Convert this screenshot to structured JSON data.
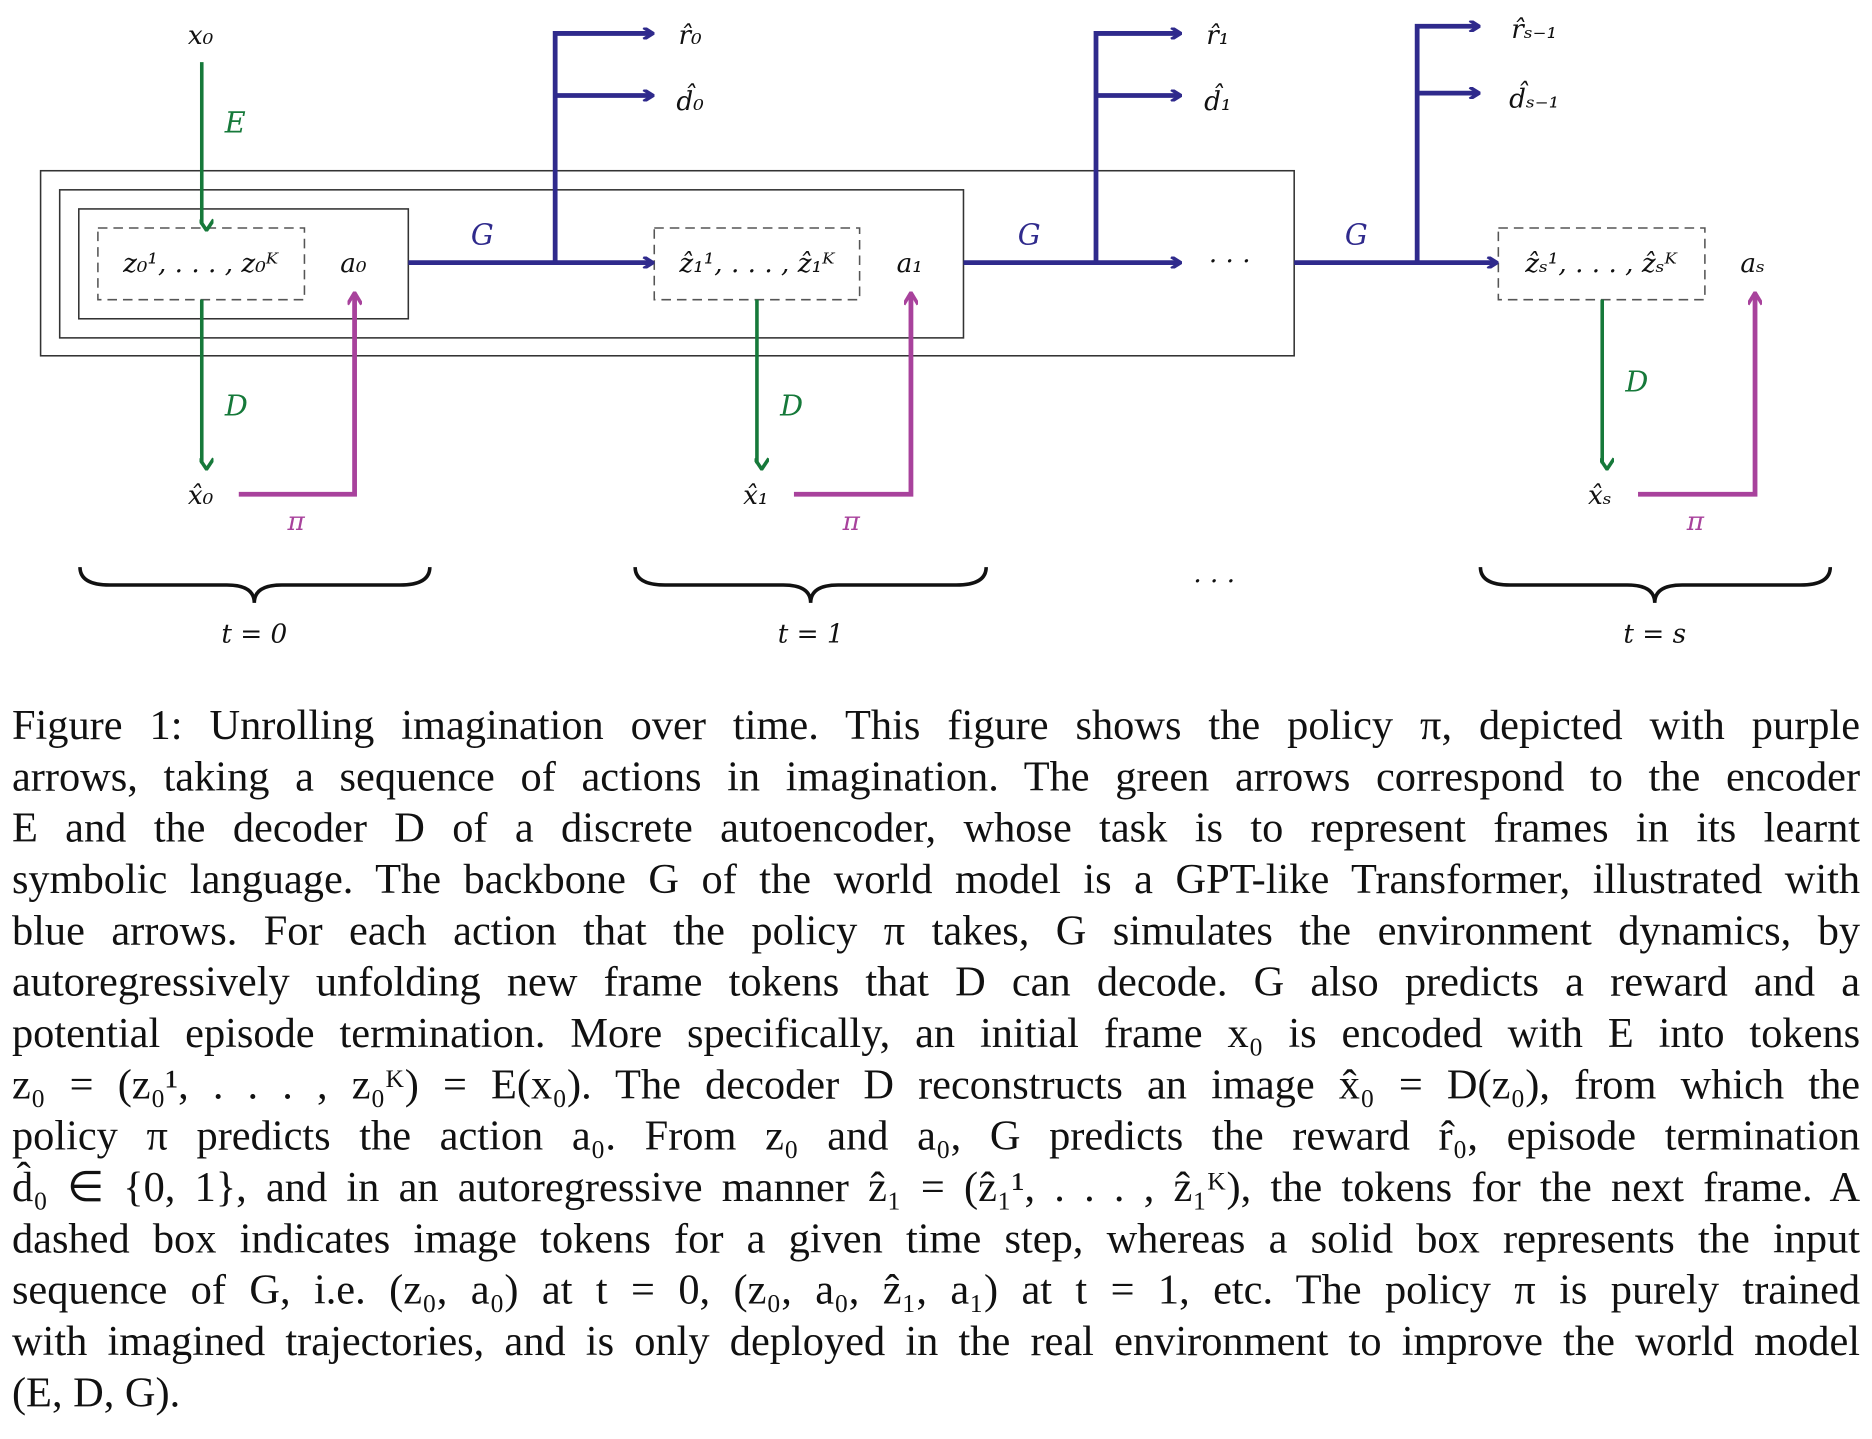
{
  "colors": {
    "blue": "#2f2a8c",
    "green": "#16793a",
    "purple": "#a8429c",
    "box": "#333333"
  },
  "diagram": {
    "x0": "x₀",
    "E": "E",
    "G": "G",
    "D": "D",
    "pi": "π",
    "tokens0": "z₀¹, . . . , z₀ᴷ",
    "a0": "a₀",
    "tokens1": "ẑ₁¹, . . . , ẑ₁ᴷ",
    "a1": "a₁",
    "tokenss": "ẑₛ¹, . . . , ẑₛᴷ",
    "as": "aₛ",
    "r0": "r̂₀",
    "d0": "d̂₀",
    "r1": "r̂₁",
    "d1": "d̂₁",
    "rs": "r̂ₛ₋₁",
    "ds": "d̂ₛ₋₁",
    "xhat0": "x̂₀",
    "xhat1": "x̂₁",
    "xhats": "x̂ₛ",
    "ellipsis": "· · ·",
    "t0": "t = 0",
    "t1": "t = 1",
    "ts": "t = s"
  },
  "caption": {
    "lines": [
      "Figure 1: Unrolling imagination over time. This figure shows the policy π, depicted with purple",
      "arrows, taking a sequence of actions in imagination. The green arrows correspond to the encoder",
      "E and the decoder D of a discrete autoencoder, whose task is to represent frames in its learnt",
      "symbolic language. The backbone G of the world model is a GPT-like Transformer, illustrated with",
      "blue arrows. For each action that the policy π takes, G simulates the environment dynamics, by",
      "autoregressively unfolding new frame tokens that D can decode. G also predicts a reward and a",
      "potential episode termination. More specifically, an initial frame x₀ is encoded with E into tokens",
      "z₀ = (z₀¹, . . . , z₀ᴷ) = E(x₀). The decoder D reconstructs an image x̂₀ = D(z₀), from which the",
      "policy π predicts the action a₀. From z₀ and a₀, G predicts the reward r̂₀, episode termination",
      "d̂₀ ∈ {0, 1}, and in an autoregressive manner ẑ₁ = (ẑ₁¹, . . . , ẑ₁ᴷ), the tokens for the next frame. A",
      "dashed box indicates image tokens for a given time step, whereas a solid box represents the input",
      "sequence of G, i.e. (z₀, a₀) at t = 0, (z₀, a₀, ẑ₁, a₁) at t = 1, etc. The policy π is purely trained",
      "with imagined trajectories, and is only deployed in the real environment to improve the world model",
      "(E, D, G)."
    ]
  }
}
